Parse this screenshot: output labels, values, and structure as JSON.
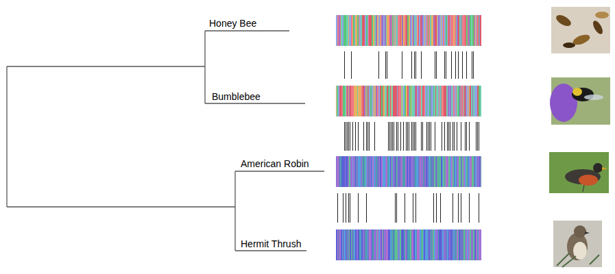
{
  "diagram": {
    "labels": [
      "Honey Bee",
      "Bumblebee",
      "American Robin",
      "Hermit Thrush"
    ]
  }
}
